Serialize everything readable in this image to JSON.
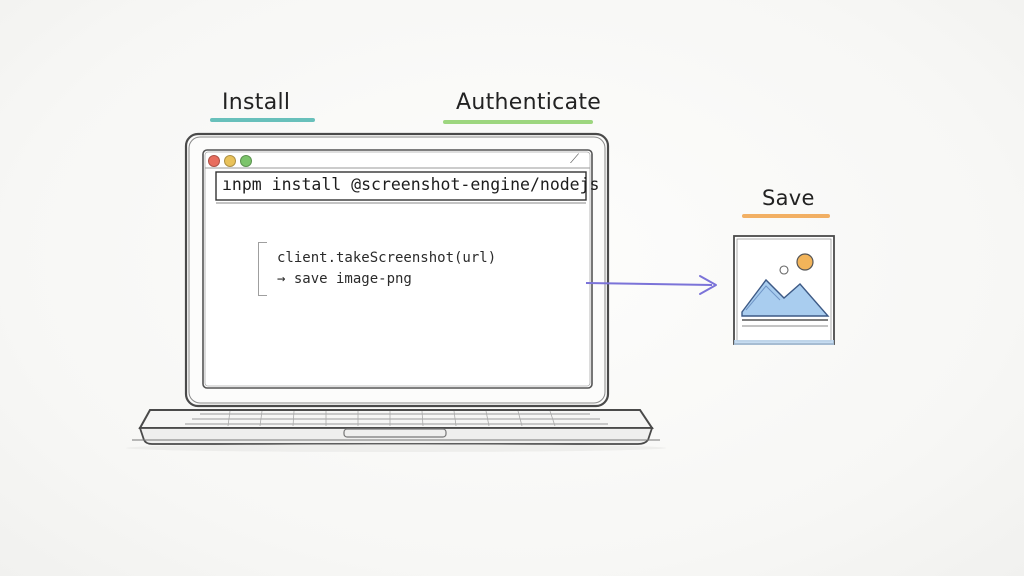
{
  "steps": {
    "install": "Install",
    "authenticate": "Authenticate",
    "save": "Save"
  },
  "colors": {
    "install_underline": "#4fb6b0",
    "authenticate_underline": "#8ccf6a",
    "save_underline": "#f0a24a",
    "arrow": "#7b73d8",
    "dot_red": "#e86d5e",
    "dot_yellow": "#e9c25a",
    "dot_green": "#7cc46b",
    "image_sky": "#a9cdef",
    "image_sun": "#f2b45a"
  },
  "terminal": {
    "command": "ınpm install @screenshot-engine/nodejs"
  },
  "code": {
    "line1": "client.takeScreenshot(url)",
    "line2": "→ save image-png"
  },
  "icons": {
    "resize": "resize-handle-icon",
    "image": "image-icon",
    "arrow": "arrow-right-icon"
  }
}
